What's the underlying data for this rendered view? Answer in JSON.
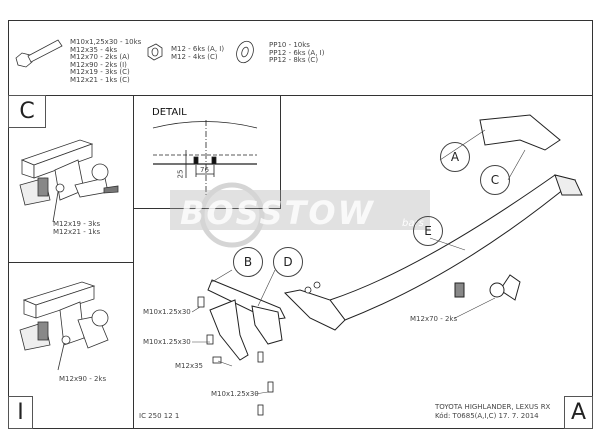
{
  "parts_list": {
    "bolts": [
      "M10x1,25x30 - 10ks",
      "M12x35 - 4ks",
      "M12x70 - 2ks (A)",
      "M12x90 - 2ks (I)",
      "M12x19 - 3ks (C)",
      "M12x21 - 1ks (C)"
    ],
    "nuts": [
      "M12 - 6ks (A, I)",
      "M12 - 4ks (C)"
    ],
    "washers": [
      "PP10 - 10ks",
      "PP12 - 6ks (A, I)",
      "PP12 - 8ks (C)"
    ]
  },
  "panels": {
    "c": {
      "letter": "C",
      "labels": [
        "M12x19 - 3ks",
        "M12x21 - 1ks"
      ]
    },
    "i": {
      "letter": "I",
      "labels": [
        "M12x90 - 2ks"
      ]
    },
    "a": {
      "letter": "A"
    }
  },
  "detail": {
    "title": "DETAIL",
    "dim_height": "25",
    "dim_width": "76"
  },
  "callouts": {
    "a": "A",
    "b": "B",
    "c": "C",
    "d": "D",
    "e": "E"
  },
  "main_labels": {
    "bolt1": "M10x1.25x30",
    "bolt2": "M10x1.25x30",
    "bolt3": "M12x35",
    "bolt4": "M10x1.25x30",
    "bolt5": "M12x70 - 2ks"
  },
  "watermark": {
    "brand": "BOSSTOW",
    "suffix": "bars"
  },
  "footer": {
    "drawing_number": "IC 250 12 1",
    "vehicle": "TOYOTA HIGHLANDER, LEXUS RX",
    "code": "Kód: T0685(A,I,C)  17. 7. 2014"
  }
}
